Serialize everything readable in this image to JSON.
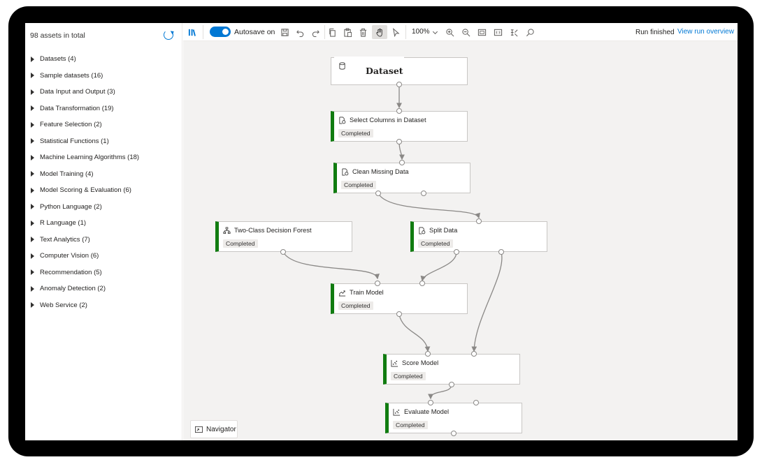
{
  "sidebar": {
    "assets_total": "98 assets in total",
    "categories": [
      {
        "label": "Datasets (4)"
      },
      {
        "label": "Sample datasets (16)"
      },
      {
        "label": "Data Input and Output (3)"
      },
      {
        "label": "Data Transformation (19)"
      },
      {
        "label": "Feature Selection (2)"
      },
      {
        "label": "Statistical Functions (1)"
      },
      {
        "label": "Machine Learning Algorithms (18)"
      },
      {
        "label": "Model Training (4)"
      },
      {
        "label": "Model Scoring & Evaluation (6)"
      },
      {
        "label": "Python Language (2)"
      },
      {
        "label": "R Language (1)"
      },
      {
        "label": "Text Analytics (7)"
      },
      {
        "label": "Computer Vision (6)"
      },
      {
        "label": "Recommendation (5)"
      },
      {
        "label": "Anomaly Detection (2)"
      },
      {
        "label": "Web Service (2)"
      }
    ]
  },
  "toolbar": {
    "autosave_label": "Autosave on",
    "zoom_level": "100%",
    "status_text": "Run finished",
    "run_link": "View run overview"
  },
  "nodes": [
    {
      "title": "Dataset",
      "badge": ""
    },
    {
      "title": "Select Columns in Dataset",
      "badge": "Completed"
    },
    {
      "title": "Clean Missing Data",
      "badge": "Completed"
    },
    {
      "title": "Two-Class Decision Forest",
      "badge": "Completed"
    },
    {
      "title": "Split Data",
      "badge": "Completed"
    },
    {
      "title": "Train Model",
      "badge": "Completed"
    },
    {
      "title": "Score Model",
      "badge": "Completed"
    },
    {
      "title": "Evaluate Model",
      "badge": "Completed"
    }
  ],
  "navigator": {
    "label": "Navigator"
  },
  "colors": {
    "accent": "#0078d4",
    "completed": "#107c10",
    "canvas": "#f3f2f1"
  }
}
